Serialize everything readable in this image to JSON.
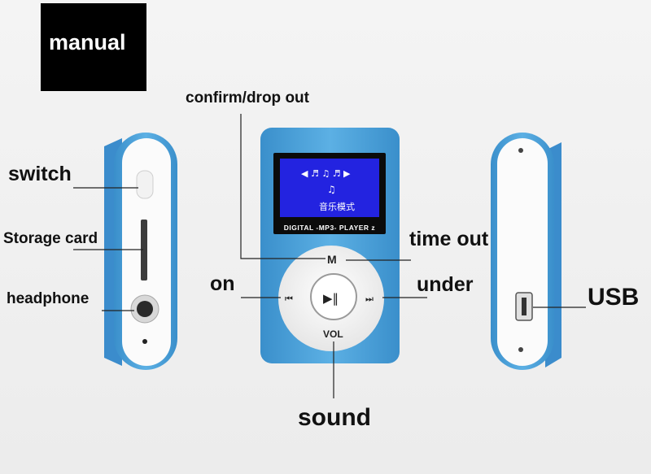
{
  "title_badge": {
    "text": "manual"
  },
  "labels": {
    "confirm": "confirm/drop out",
    "switch": "switch",
    "storage": "Storage card",
    "headphone": "headphone",
    "time_out": "time out",
    "on": "on",
    "under": "under",
    "usb": "USB",
    "sound": "sound"
  },
  "device": {
    "brand": "DIGITAL -MP3- PLAYER z",
    "screen_mode": "音乐模式",
    "m_key": "M",
    "vol_key": "VOL"
  },
  "colors": {
    "body_blue": "#4a9fd6",
    "screen_blue": "#2323e0",
    "white_panel": "#fafafa"
  }
}
